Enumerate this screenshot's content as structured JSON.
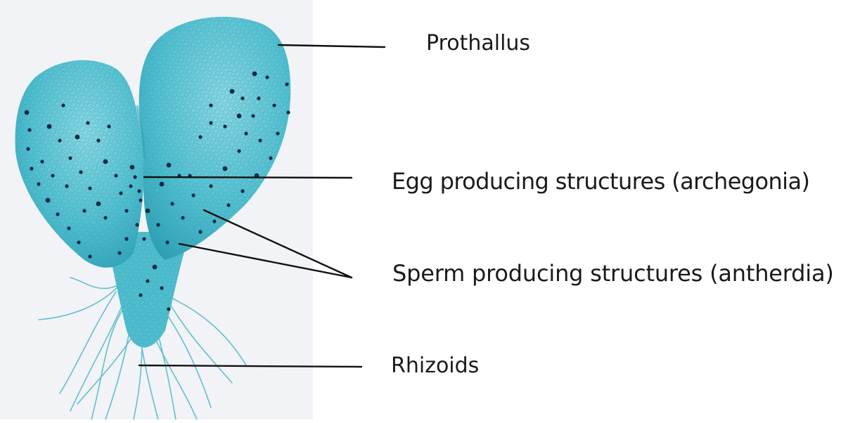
{
  "labels": {
    "prothallus": "Prothallus",
    "archegonia": "Egg producing structures (archegonia)",
    "antherdia": "Sperm producing structures (antherdia)",
    "rhizoids": "Rhizoids"
  },
  "colors": {
    "tissue": "#52bfd0",
    "tissue_light": "#8fd9e4",
    "tissue_dark": "#2e9fb3",
    "dots": "#0e2a44",
    "leader_line": "#111111",
    "photo_background": "#f1f3f6"
  }
}
